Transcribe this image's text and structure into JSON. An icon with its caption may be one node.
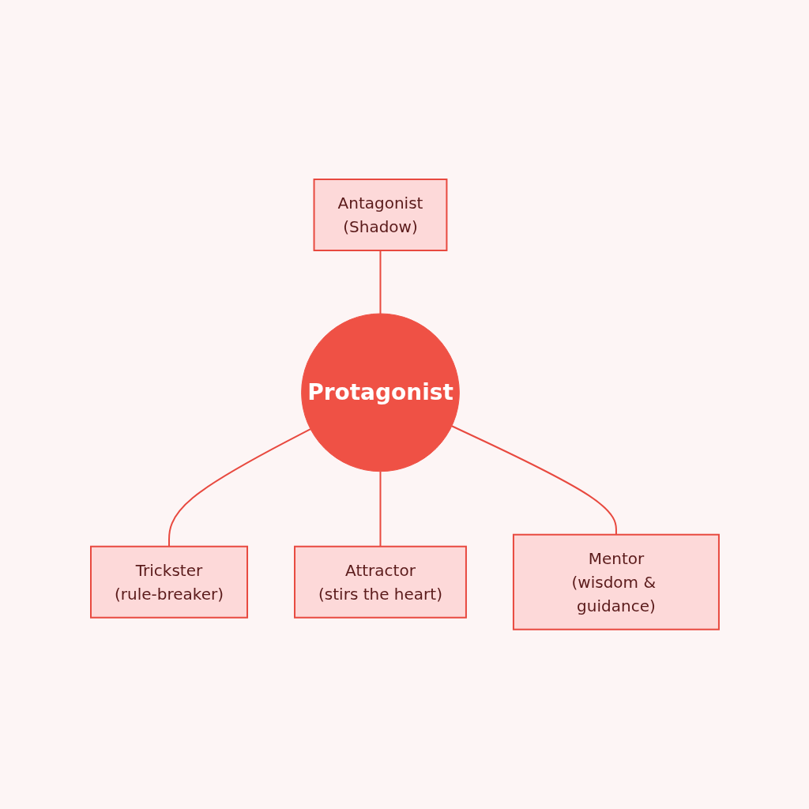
{
  "diagram": {
    "nodes": [
      {
        "text": [
          "Antagonist",
          "(Shadow)"
        ]
      },
      {
        "text": [
          "Trickster",
          "(rule-breaker)"
        ]
      },
      {
        "text": [
          "Protagonist"
        ]
      },
      {
        "text": [
          "Attractor",
          "(stirs the heart)"
        ]
      },
      {
        "text": [
          "Mentor",
          "(wisdom & guidance)"
        ]
      }
    ],
    "edges": [
      {
        "from": 0,
        "to": 2,
        "arrow": "none"
      },
      {
        "from": 2,
        "to": 1,
        "arrow": "none"
      },
      {
        "from": 2,
        "to": 3,
        "arrow": "none"
      },
      {
        "from": 2,
        "to": 4,
        "arrow": "none"
      }
    ]
  }
}
